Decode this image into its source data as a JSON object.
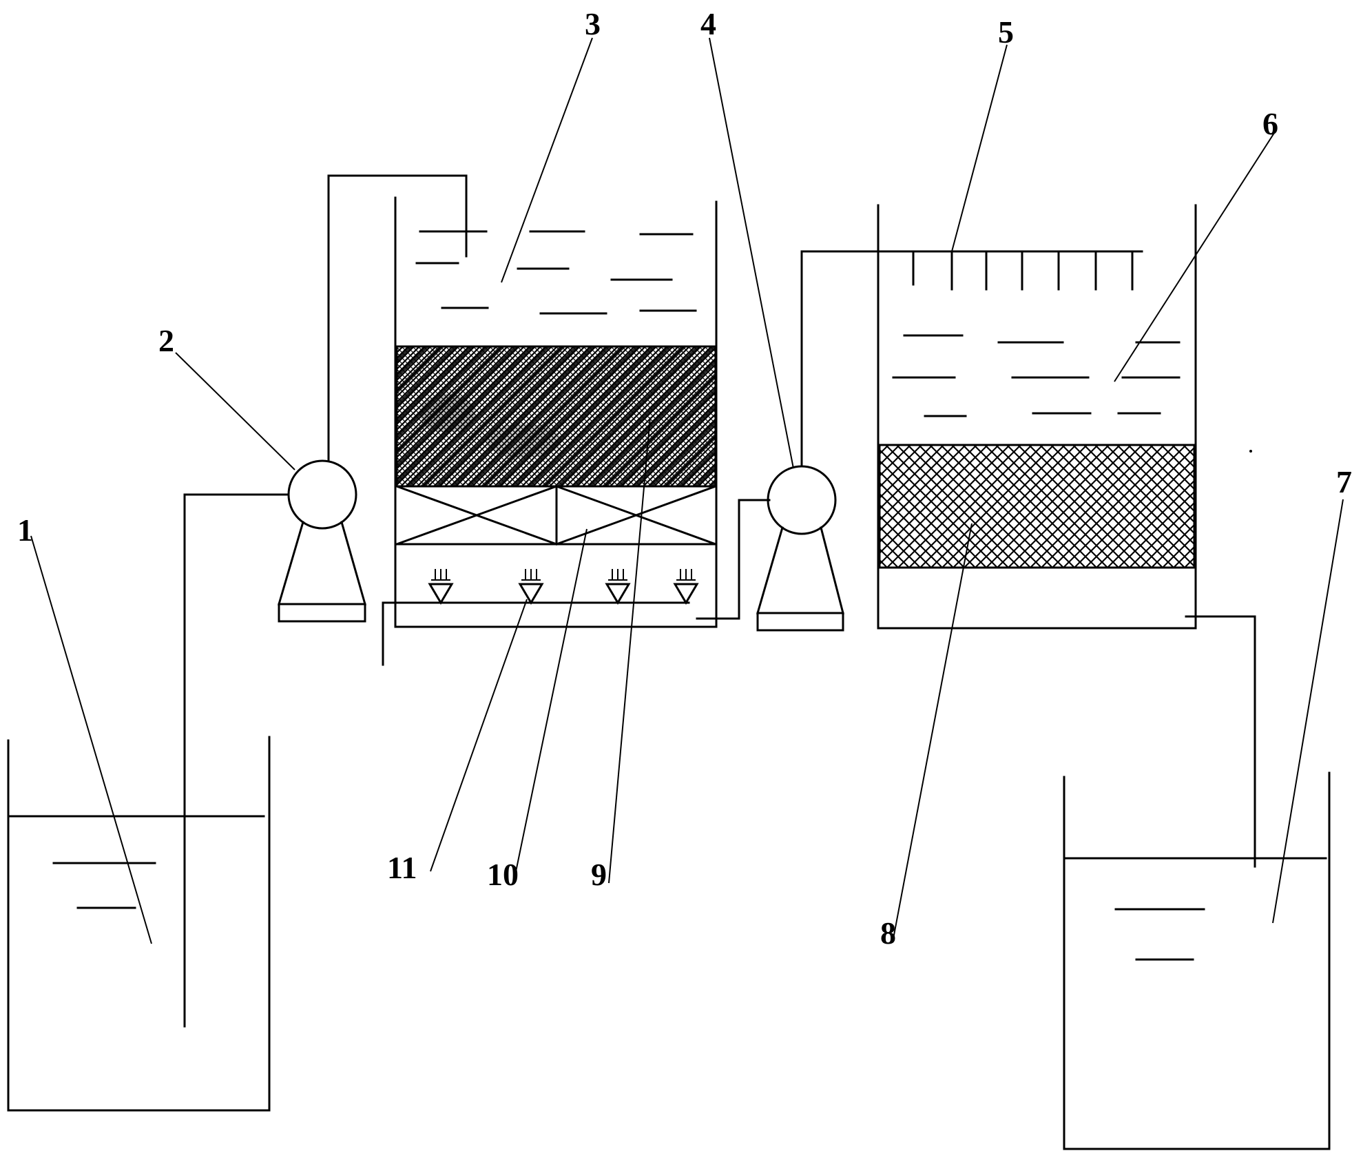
{
  "diagram": {
    "labels": [
      {
        "id": "1",
        "text": "1"
      },
      {
        "id": "2",
        "text": "2"
      },
      {
        "id": "3",
        "text": "3"
      },
      {
        "id": "4",
        "text": "4"
      },
      {
        "id": "5",
        "text": "5"
      },
      {
        "id": "6",
        "text": "6"
      },
      {
        "id": "7",
        "text": "7"
      },
      {
        "id": "8",
        "text": "8"
      },
      {
        "id": "9",
        "text": "9"
      },
      {
        "id": "10",
        "text": "10"
      },
      {
        "id": "11",
        "text": "11"
      }
    ]
  }
}
